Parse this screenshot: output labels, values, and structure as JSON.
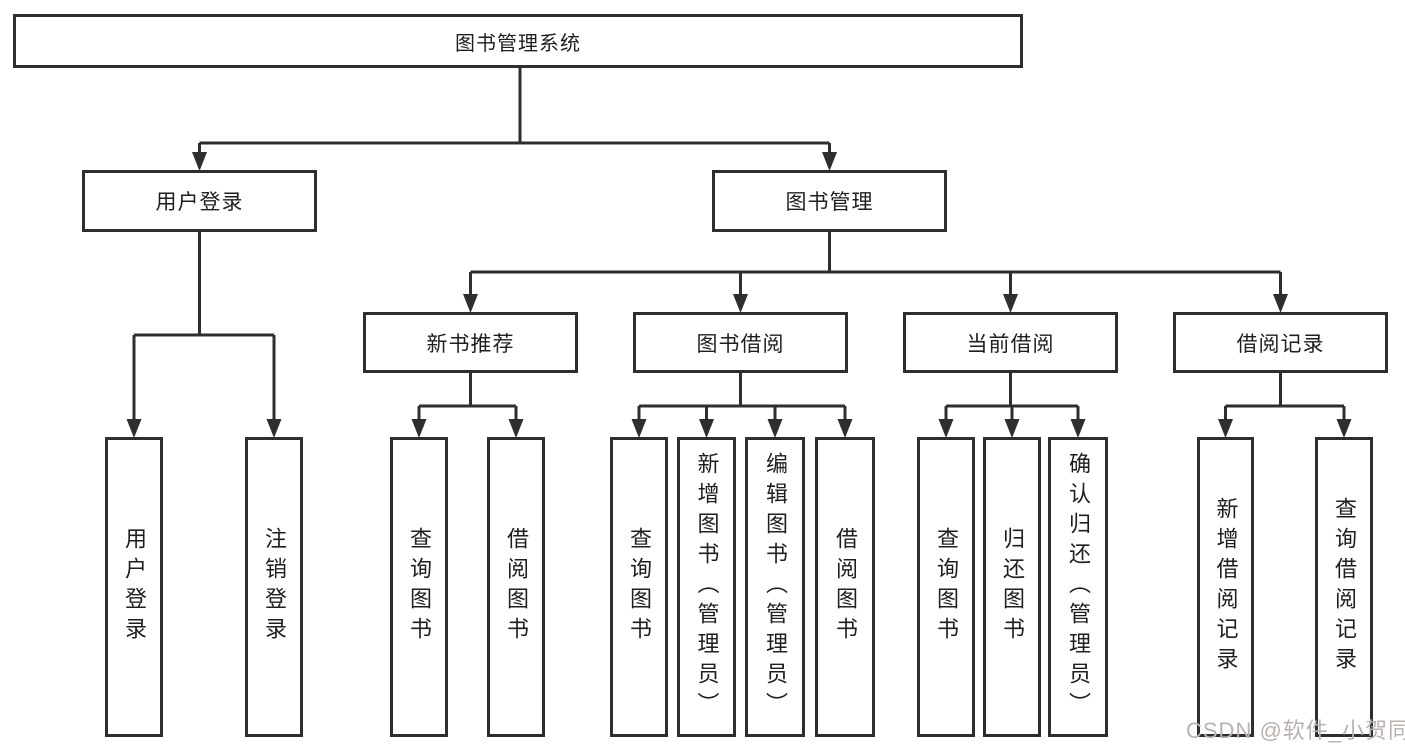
{
  "diagram": {
    "title": "图书管理系统",
    "nodes": {
      "root": "图书管理系统",
      "user_login": "用户登录",
      "book_management": "图书管理",
      "new_book_recommend": "新书推荐",
      "book_borrowing": "图书借阅",
      "current_borrowing": "当前借阅",
      "borrowing_records": "借阅记录",
      "leaf_user_login": "用户登录",
      "leaf_logout_login": "注销登录",
      "leaf_query_books_recommend": "查询图书",
      "leaf_borrow_books_recommend": "借阅图书",
      "leaf_query_books_borrowing": "查询图书",
      "leaf_add_books_admin": "新增图书（管理员）",
      "leaf_edit_books_admin": "编辑图书（管理员）",
      "leaf_borrow_books_borrowing": "借阅图书",
      "leaf_query_books_current": "查询图书",
      "leaf_return_books": "归还图书",
      "leaf_confirm_return_admin": "确认归还（管理员）",
      "leaf_add_borrow_record": "新增借阅记录",
      "leaf_query_borrow_record": "查询借阅记录"
    },
    "colors": {
      "line": "#2e2e2e",
      "text": "#1f1f1f",
      "background": "#ffffff",
      "watermark_text_color": "#b9b1ae"
    }
  },
  "watermark": "CSDN @软件_小贺同学"
}
